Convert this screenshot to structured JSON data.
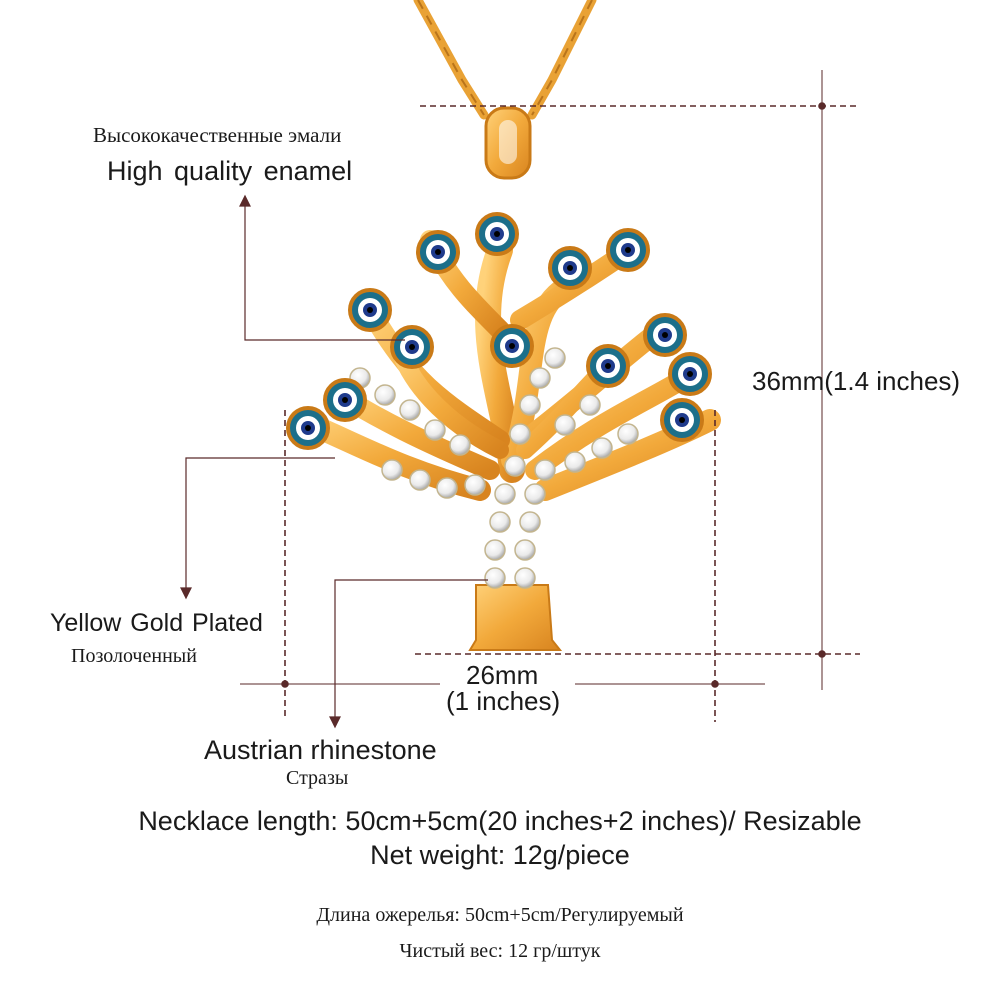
{
  "callouts": {
    "enamel": {
      "ru": "Высококачественные эмали",
      "en": "High quality enamel"
    },
    "gold": {
      "en": "Yellow Gold Plated",
      "ru": "Позолоченный"
    },
    "rhinestone": {
      "en": "Austrian rhinestone",
      "ru": "Стразы"
    }
  },
  "dimensions": {
    "width_mm": "26mm",
    "width_in": "(1 inches)",
    "height": "36mm(1.4 inches)"
  },
  "specs": {
    "necklace_length": "Necklace length: 50cm+5cm(20 inches+2 inches)/ Resizable",
    "net_weight": "Net weight: 12g/piece",
    "necklace_length_ru": "Длина ожерелья: 50cm+5cm/Регулируемый",
    "net_weight_ru": "Чистый вес: 12 гр/штук"
  },
  "colors": {
    "gold": "#f2a93b",
    "gold_dark": "#c97a17",
    "enamel_blue": "#1f3b8c",
    "enamel_teal": "#1c6f8a",
    "leader_line": "#5a2a2a"
  }
}
